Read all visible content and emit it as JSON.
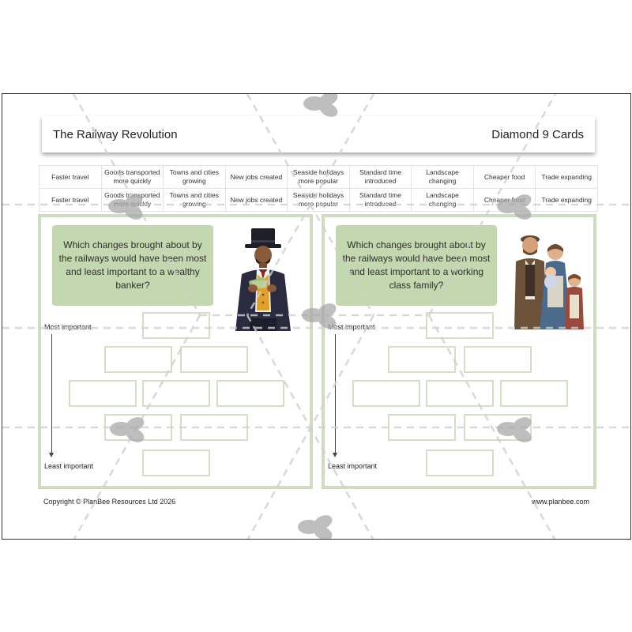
{
  "title": "The Railway Revolution",
  "subtitle": "Diamond 9 Cards",
  "cards": [
    "Faster travel",
    "Goods transported more quickly",
    "Towns and cities growing",
    "New jobs created",
    "Seaside holidays more popular",
    "Standard time introduced",
    "Landscape changing",
    "Cheaper food",
    "Trade expanding"
  ],
  "panels": [
    {
      "question": "Which changes brought about by the railways would have been most and least important to a wealthy banker?",
      "figure_icon": "wealthy-banker-illustration",
      "most_label": "Most important",
      "least_label": "Least important"
    },
    {
      "question": "Which changes brought about by the railways would have been most and least important to a working class family?",
      "figure_icon": "working-class-family-illustration",
      "most_label": "Most important",
      "least_label": "Least important"
    }
  ],
  "footer": {
    "copyright": "Copyright © PlanBee Resources Ltd 2026",
    "website": "www.planbee.com"
  },
  "colors": {
    "question_bg": "#c4d8b0",
    "panel_border": "#cfdcc2",
    "box_border": "#d3e0c6",
    "watermark": "#a8a8a8"
  }
}
